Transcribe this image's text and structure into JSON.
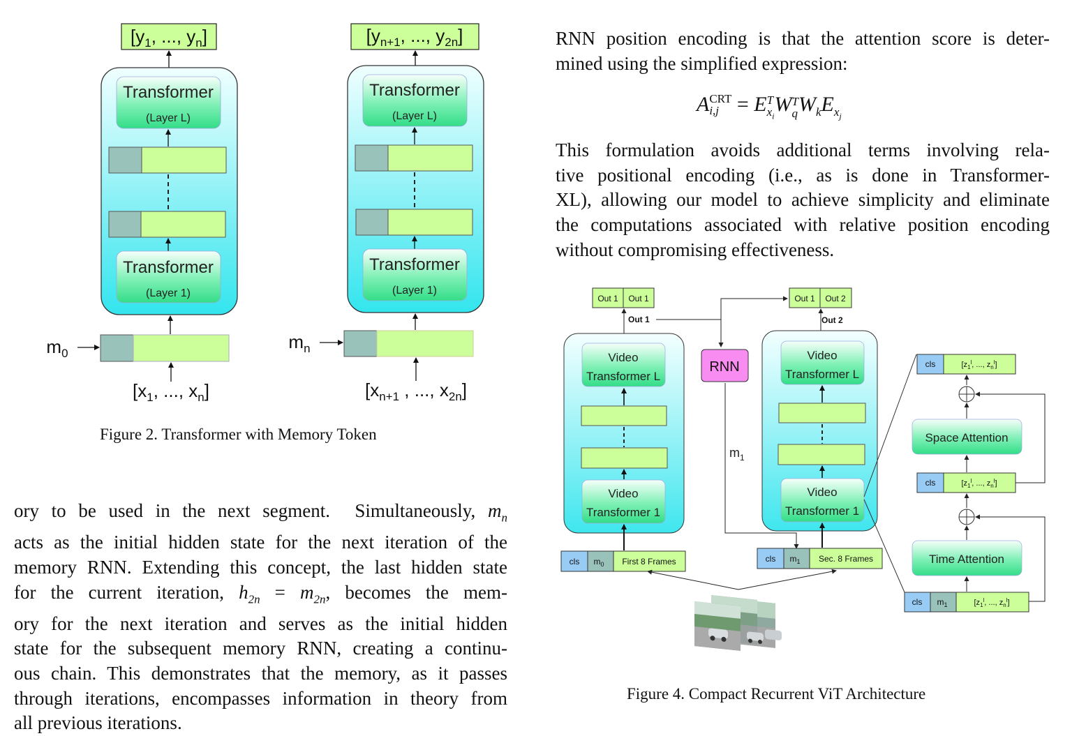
{
  "fig2": {
    "caption": "Figure 2. Transformer with Memory Token",
    "left": {
      "output": "[y1, ..., yn]",
      "top_block_title": "Transformer",
      "top_block_sub": "(Layer L)",
      "bottom_block_title": "Transformer",
      "bottom_block_sub": "(Layer 1)",
      "memory_label": "m0",
      "input": "[x1, ..., xn]"
    },
    "right": {
      "output": "[yn+1, ..., y2n]",
      "top_block_title": "Transformer",
      "top_block_sub": "(Layer L)",
      "bottom_block_title": "Transformer",
      "bottom_block_sub": "(Layer 1)",
      "memory_label": "mn",
      "input": "[xn+1 , ..., x2n]"
    }
  },
  "right_text": {
    "lines": [
      "RNN position encoding is that the attention score is deter-",
      "mined using the simplified expression:"
    ],
    "equation": "A_{i,j}^{CRT} = E_{x_i}^T W_q^T W_k E_{x_j}",
    "para2": [
      "This formulation avoids additional terms involving rela-",
      "tive positional encoding (i.e., as is done in Transformer-",
      "XL), allowing our model to achieve simplicity and eliminate",
      "the computations associated with relative position encoding",
      "without compromising effectiveness."
    ]
  },
  "left_text": {
    "lines": [
      "ory to be used in the next segment.  Simultaneously, m_n",
      "acts as the initial hidden state for the next iteration of the",
      "memory RNN. Extending this concept, the last hidden state",
      "for the current iteration, h_2n = m_2n, becomes the mem-",
      "ory for the next iteration and serves as the initial hidden",
      "state for the subsequent memory RNN, creating a continu-",
      "ous chain. This demonstrates that the memory, as it passes",
      "through iterations, encompasses information in theory from",
      "all previous iterations."
    ]
  },
  "fig4": {
    "caption": "Figure 4. Compact Recurrent ViT Architecture",
    "out1_cells": [
      "Out 1",
      "Out 1"
    ],
    "out1_label": "Out 1",
    "out2_cells": [
      "Out 1",
      "Out 2"
    ],
    "out2_label": "Out 2",
    "rnn_label": "RNN",
    "m1_label": "m1",
    "left_top_block": [
      "Video",
      "Transformer L"
    ],
    "left_bottom_block": [
      "Video",
      "Transformer 1"
    ],
    "right_top_block": [
      "Video",
      "Transformer L"
    ],
    "right_bottom_block": [
      "Video",
      "Transformer 1"
    ],
    "left_input": [
      "cls",
      "m0",
      "First 8 Frames"
    ],
    "right_input": [
      "cls",
      "m1",
      "Sec. 8 Frames"
    ],
    "detail": {
      "top_tokens": [
        "cls",
        "[z1l, ..., znl]"
      ],
      "space_attention": "Space Attention",
      "mid_tokens": [
        "cls",
        "[z1l, ..., znl]"
      ],
      "time_attention": "Time Attention",
      "bottom_tokens": [
        "cls",
        "m1",
        "[z1l, ..., znl]"
      ]
    }
  },
  "colors": {
    "lime": "#ccff99",
    "teal_gray": "#99c2bb",
    "cyan_top": "#e6ffff",
    "cyan_bottom": "#33e6ee",
    "green_block_top": "#f4fff8",
    "green_block_bottom": "#33e08a",
    "rnn_magenta": "#f98cf0",
    "cls_blue": "#99ccf5"
  }
}
